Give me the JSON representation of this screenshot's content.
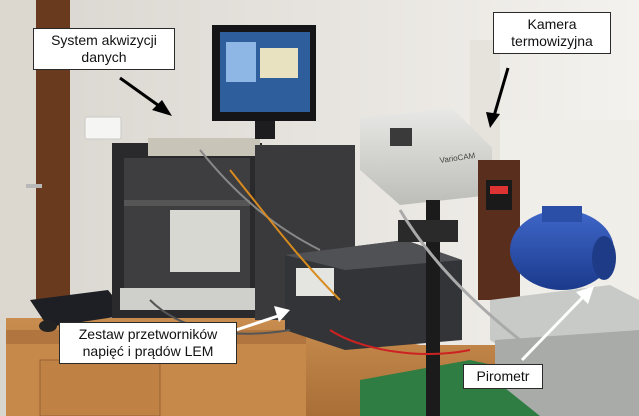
{
  "labels": {
    "daq": [
      "System akwizycji",
      "danych"
    ],
    "camera": [
      "Kamera",
      "termowizyjna"
    ],
    "lem": [
      "Zestaw przetworników",
      "napięć i prądów LEM"
    ],
    "pyrometer": [
      "Pirometr"
    ]
  },
  "device_text": {
    "camera_brand": "VarioCAM"
  }
}
